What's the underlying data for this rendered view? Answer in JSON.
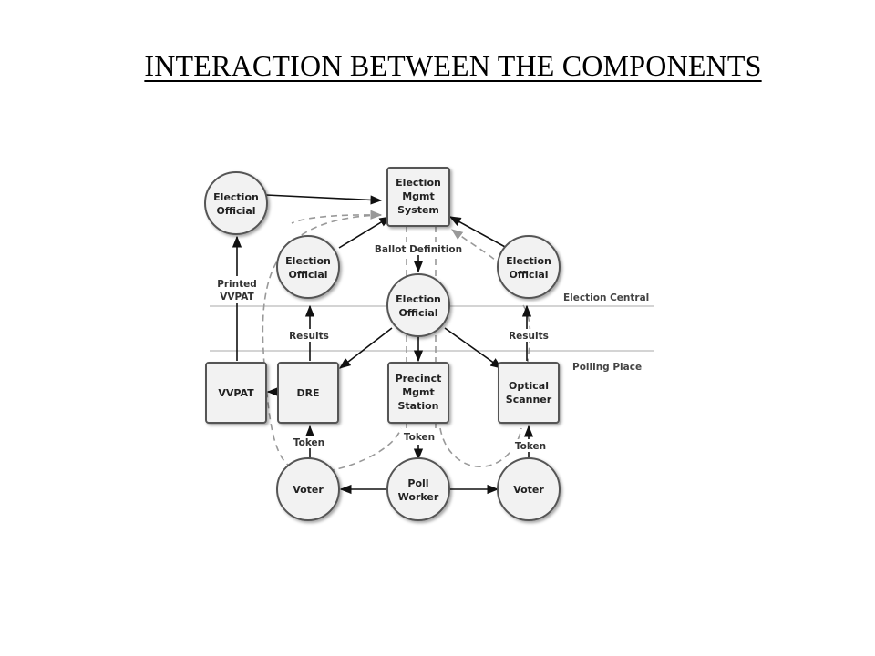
{
  "slide": {
    "title": "INTERACTION BETWEEN THE COMPONENTS"
  },
  "zones": {
    "central": "Election Central",
    "polling": "Polling Place"
  },
  "nodes": {
    "eo_topleft": [
      "Election",
      "Official"
    ],
    "ems": [
      "Election",
      "Mgmt",
      "System"
    ],
    "eo_left": [
      "Election",
      "Official"
    ],
    "eo_center": [
      "Election",
      "Official"
    ],
    "eo_right": [
      "Election",
      "Official"
    ],
    "vvpat": [
      "VVPAT"
    ],
    "dre": [
      "DRE"
    ],
    "pms": [
      "Precinct",
      "Mgmt",
      "Station"
    ],
    "scanner": [
      "Optical",
      "Scanner"
    ],
    "voter_left": [
      "Voter"
    ],
    "poll_worker": [
      "Poll",
      "Worker"
    ],
    "voter_right": [
      "Voter"
    ]
  },
  "edge_labels": {
    "ballot_definition": "Ballot Definition",
    "printed_vvpat": [
      "Printed",
      "VVPAT"
    ],
    "results_left": "Results",
    "results_right": "Results",
    "token_left": "Token",
    "token_center": "Token",
    "token_right": "Token"
  },
  "colors": {
    "node_fill": "#f2f2f2",
    "node_stroke": "#555555",
    "line": "#111111",
    "dashed": "#999999",
    "zone_line": "#bbbbbb"
  }
}
